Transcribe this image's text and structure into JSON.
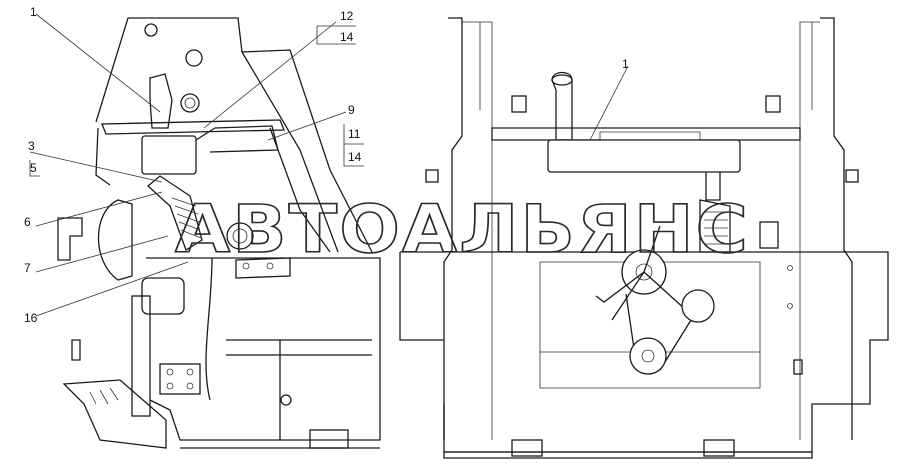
{
  "callouts_left": [
    {
      "id": "l1",
      "text": "1"
    },
    {
      "id": "l12",
      "text": "12"
    },
    {
      "id": "l14a",
      "text": "14"
    },
    {
      "id": "l9",
      "text": "9"
    },
    {
      "id": "l3",
      "text": "3"
    },
    {
      "id": "l5",
      "text": "5"
    },
    {
      "id": "l11",
      "text": "11"
    },
    {
      "id": "l14b",
      "text": "14"
    },
    {
      "id": "l6",
      "text": "6"
    },
    {
      "id": "l7",
      "text": "7"
    },
    {
      "id": "l16",
      "text": "16"
    }
  ],
  "callouts_right": [
    {
      "id": "r1",
      "text": "1"
    }
  ],
  "watermark": "АВТОАЛЬЯНС"
}
